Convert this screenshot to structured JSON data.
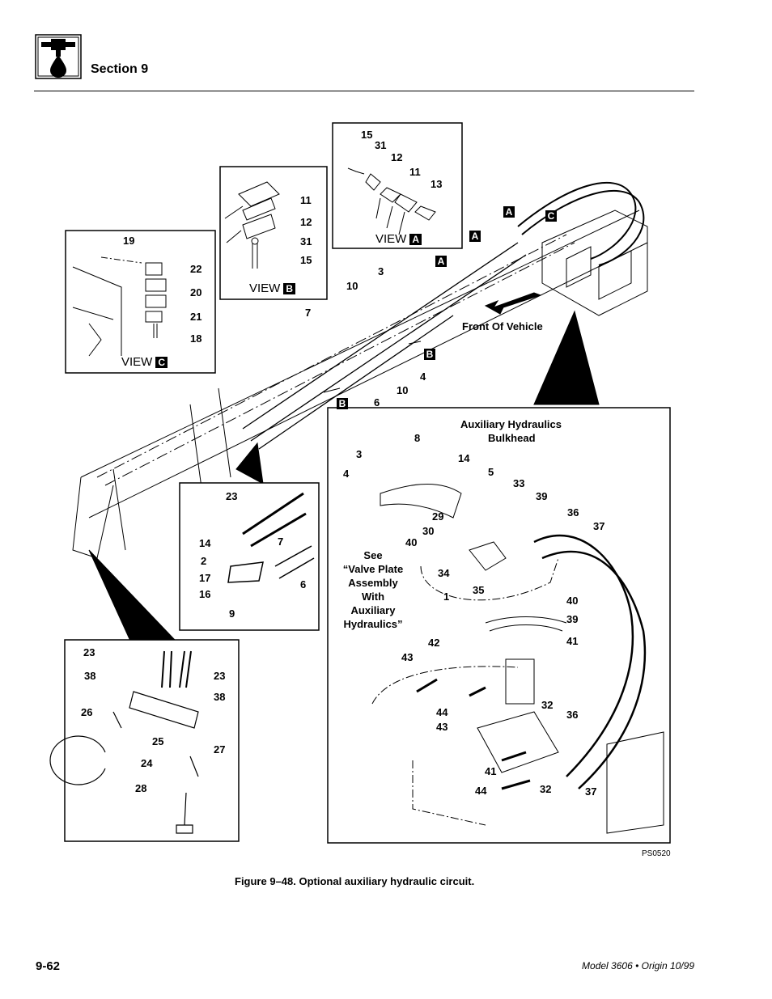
{
  "header": {
    "section_title": "Section 9"
  },
  "figure": {
    "caption": "Figure 9–48.  Optional auxiliary hydraulic circuit.",
    "id_code": "PS0520",
    "front_label": "Front Of Vehicle",
    "bulkhead_label_1": "Auxiliary Hydraulics",
    "bulkhead_label_2": "Bulkhead",
    "see_note": [
      "See",
      "“Valve Plate",
      "Assembly",
      "With",
      "Auxiliary",
      "Hydraulics”"
    ],
    "view_word": "VIEW",
    "view_a_tag": "A",
    "view_b_tag": "B",
    "view_c_tag": "C",
    "callouts": {
      "va": [
        "15",
        "31",
        "12",
        "11",
        "13"
      ],
      "vb": [
        "11",
        "12",
        "31",
        "15"
      ],
      "vc": [
        "19",
        "22",
        "20",
        "21",
        "18"
      ],
      "main": [
        "3",
        "10",
        "7",
        "10",
        "6",
        "4"
      ],
      "inset_mid": [
        "23",
        "14",
        "7",
        "2",
        "17",
        "16",
        "6",
        "9"
      ],
      "inset_bl": [
        "23",
        "38",
        "23",
        "38",
        "26",
        "25",
        "27",
        "24",
        "28"
      ],
      "detail": [
        "8",
        "3",
        "4",
        "14",
        "5",
        "33",
        "39",
        "36",
        "37",
        "29",
        "30",
        "40",
        "34",
        "1",
        "35",
        "40",
        "39",
        "41",
        "42",
        "43",
        "44",
        "43",
        "32",
        "36",
        "41",
        "44",
        "32",
        "37"
      ]
    }
  },
  "footer": {
    "page_number": "9-62",
    "model": "Model 3606 • Origin 10/99"
  }
}
